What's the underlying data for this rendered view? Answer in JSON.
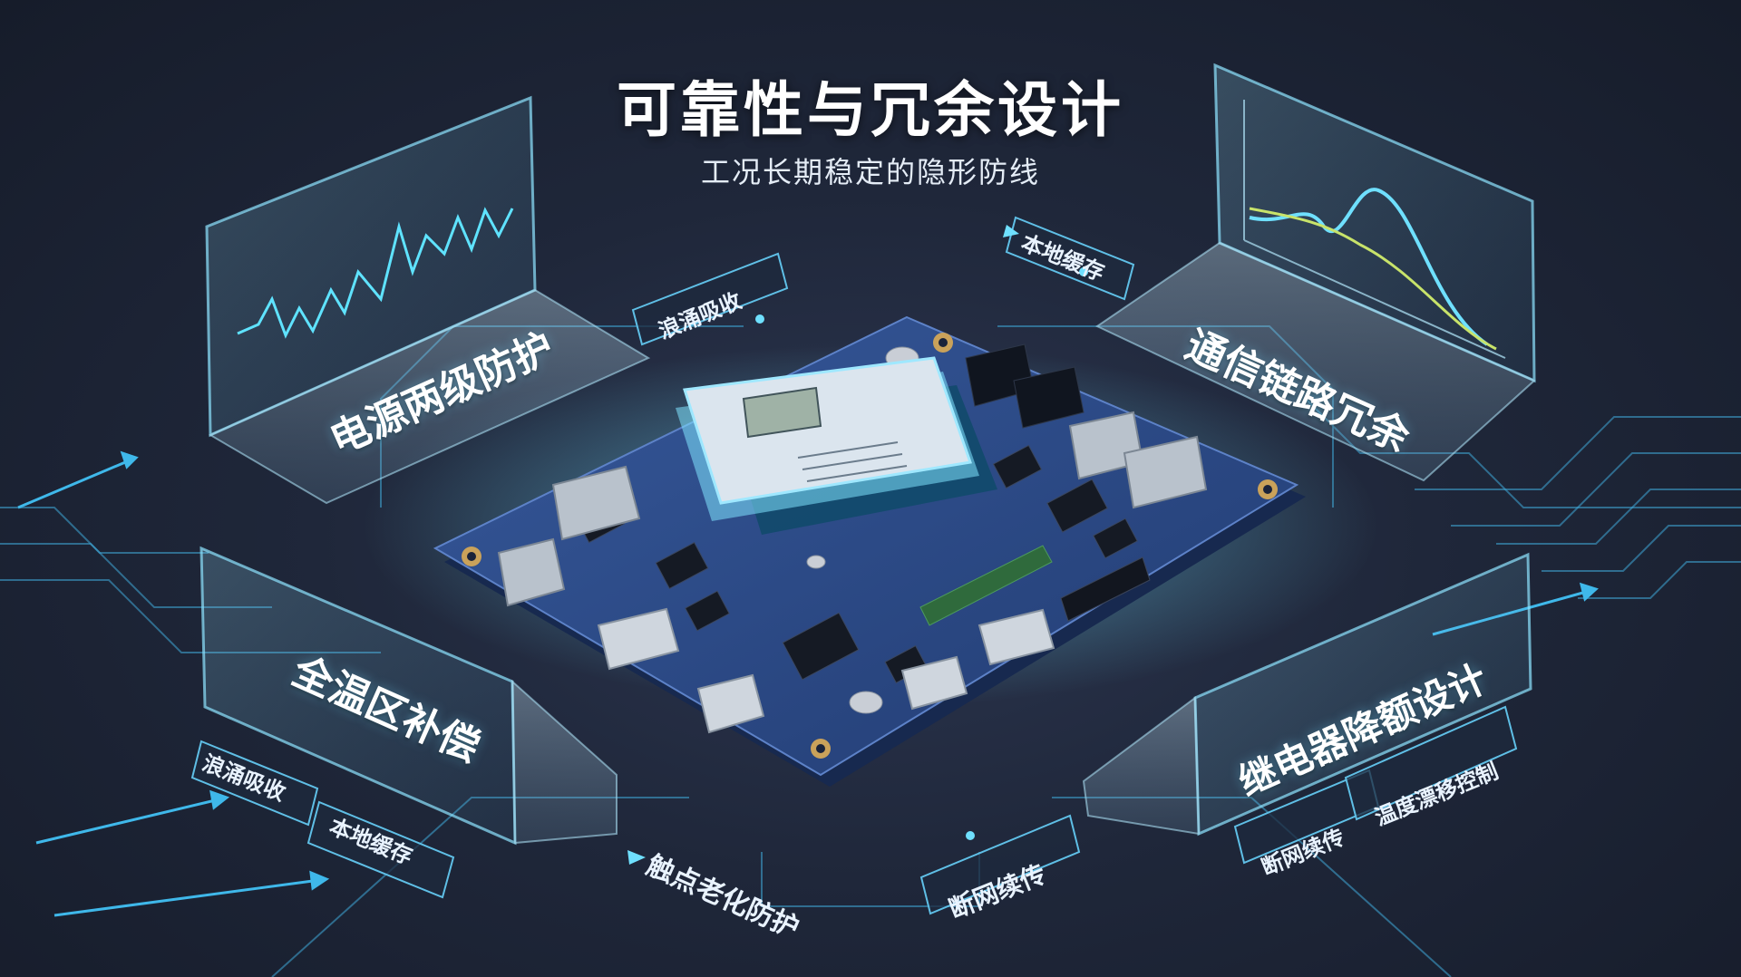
{
  "header": {
    "title": "可靠性与冗余设计",
    "subtitle": "工况长期稳定的隐形防线"
  },
  "panels": {
    "power": "电源两级防护",
    "comm": "通信链路冗余",
    "temp": "全温区补偿",
    "relay": "继电器降额设计"
  },
  "tags": {
    "surge_top": "浪涌吸收",
    "cache_top": "本地缓存",
    "surge_bottom": "浪涌吸收",
    "cache_bottom": "本地缓存",
    "contact_aging": "触点老化防护",
    "resume_center": "断网续传",
    "resume_right": "断网续传",
    "temp_drift": "温度漂移控制"
  },
  "colors": {
    "accent": "#4fd6ff",
    "board": "#2c4a86",
    "background": "#1b2233"
  },
  "icons": {
    "power": "lightning-icon",
    "comm": "waveform-chart-icon"
  }
}
